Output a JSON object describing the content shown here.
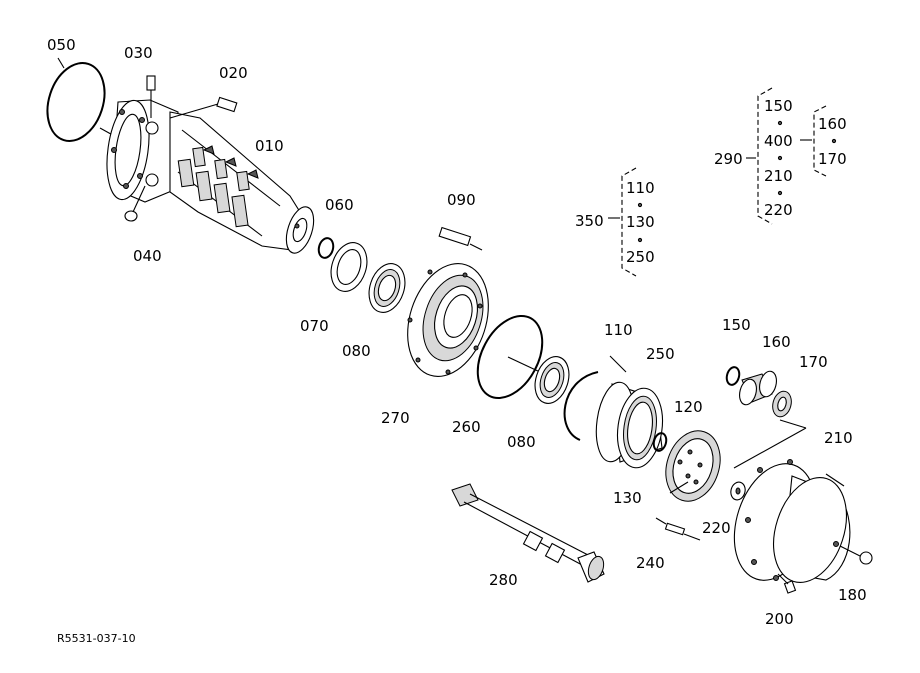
{
  "diagram": {
    "reference_code": "R5531-037-10",
    "part_labels": {
      "p050": "050",
      "p030": "030",
      "p020": "020",
      "p010": "010",
      "p040": "040",
      "p060": "060",
      "p070": "070",
      "p080a": "080",
      "p090": "090",
      "p270": "270",
      "p260": "260",
      "p080b": "080",
      "p110": "110",
      "p250": "250",
      "p120": "120",
      "p130": "130",
      "p150": "150",
      "p160": "160",
      "p170": "170",
      "p210": "210",
      "p220": "220",
      "p240": "240",
      "p280": "280",
      "p200": "200",
      "p180": "180"
    },
    "group_350": {
      "parent": "350",
      "members": [
        "110",
        "130",
        "250"
      ]
    },
    "group_290": {
      "parent": "290",
      "members": [
        "150",
        "400",
        "210",
        "220"
      ],
      "sub_members": [
        "160",
        "170"
      ]
    }
  }
}
